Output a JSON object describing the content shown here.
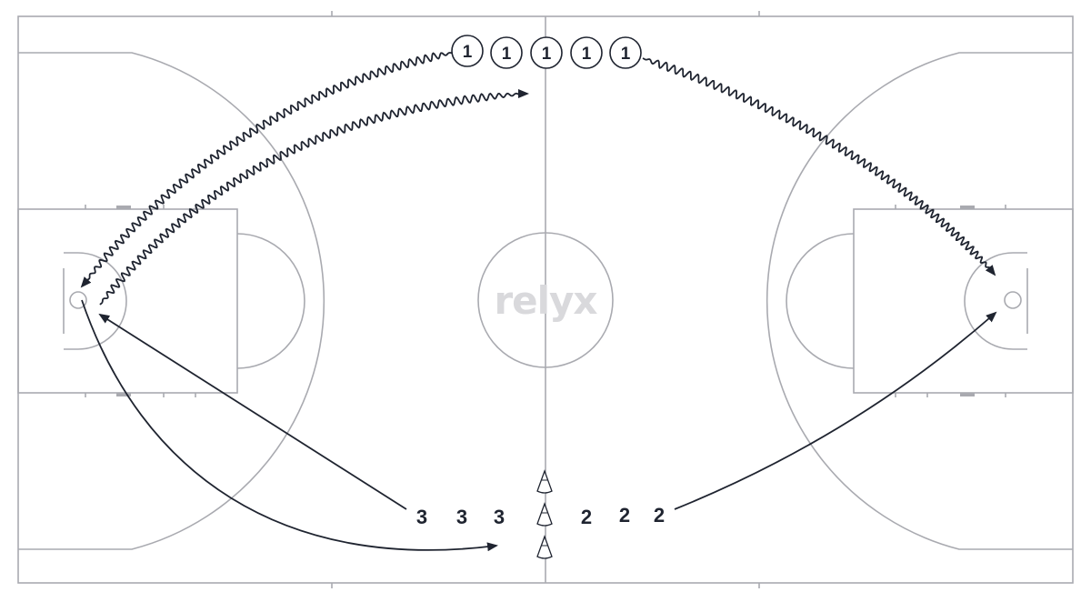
{
  "brand": {
    "name": "relyx"
  },
  "colors": {
    "court_lines": "#a9aab0",
    "ink": "#1f2430",
    "brand": "#d9d9dc"
  },
  "players": [
    {
      "label": "1"
    },
    {
      "label": "1"
    },
    {
      "label": "1"
    },
    {
      "label": "1"
    },
    {
      "label": "1"
    }
  ],
  "groups": {
    "left": {
      "labels": [
        "3",
        "3",
        "3"
      ]
    },
    "right": {
      "labels": [
        "2",
        "2",
        "2"
      ]
    }
  },
  "markers": {
    "cones": 3,
    "icon": "cone-icon"
  }
}
